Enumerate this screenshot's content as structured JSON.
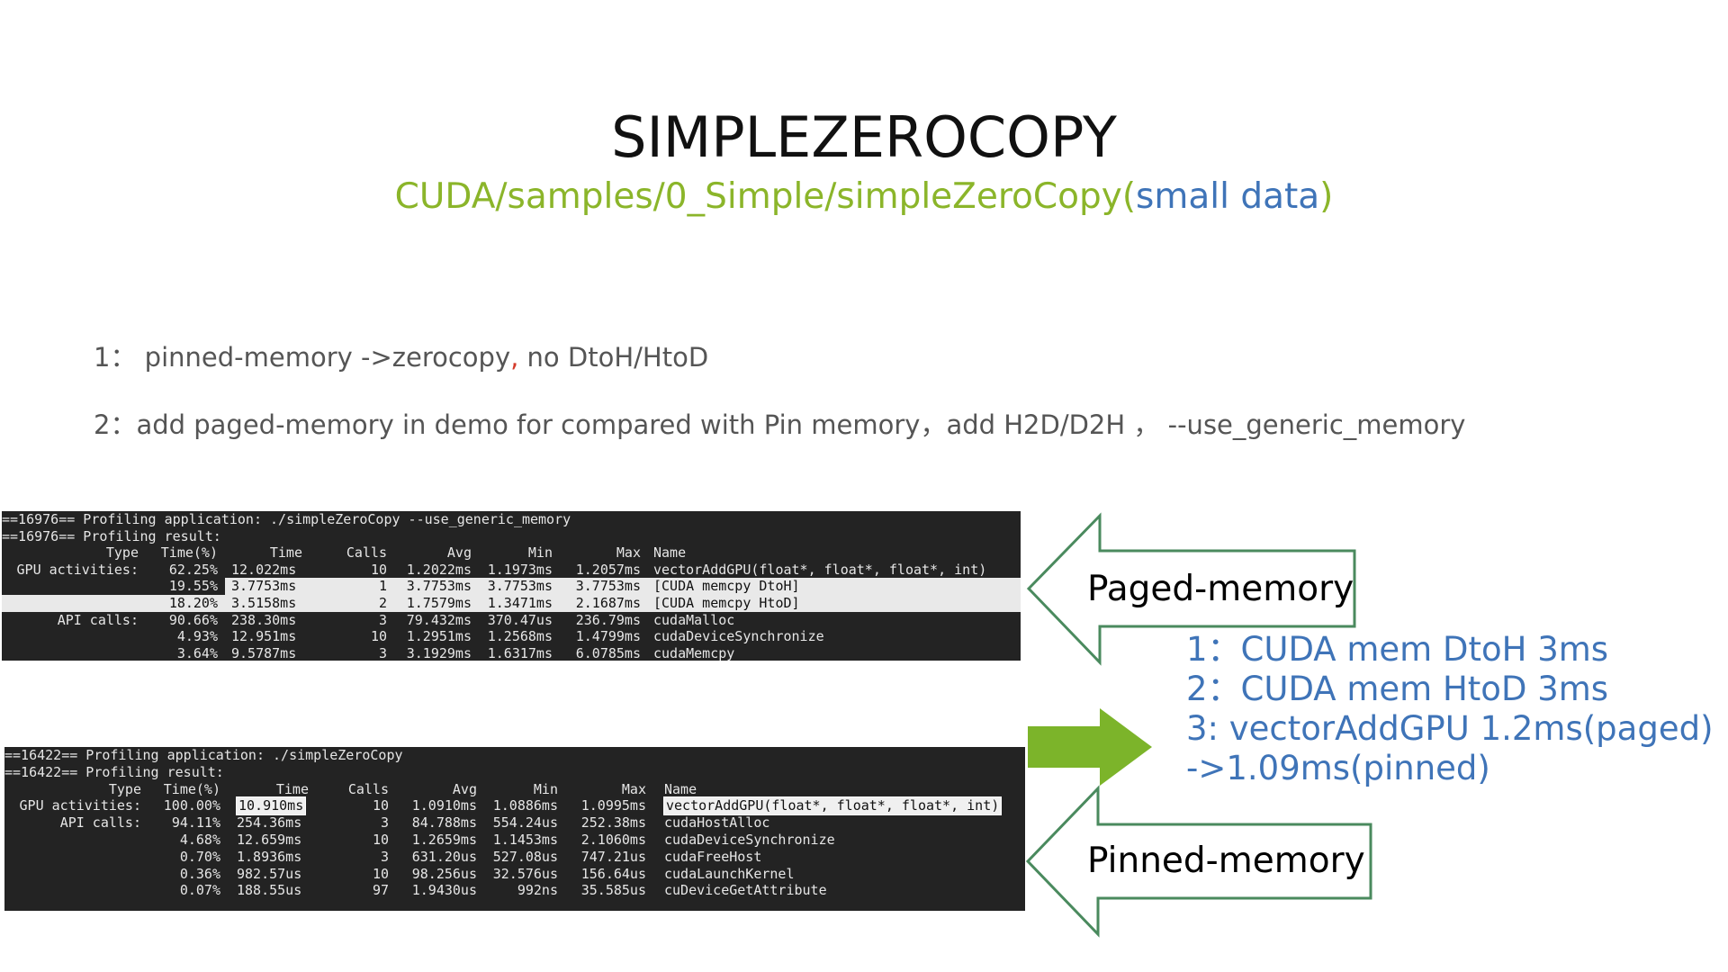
{
  "title": "SIMPLEZEROCOPY",
  "subtitle": {
    "path": "CUDA/samples/0_Simple/simpleZeroCopy(",
    "highlight": "small data",
    "close": ")"
  },
  "bullets": [
    {
      "prefix": "1： pinned-memory ->zerocopy",
      "sep": ",",
      "suffix": " no DtoH/HtoD"
    },
    {
      "text": "2：add paged-memory in demo for compared with Pin memory，add H2D/D2H ， --use_generic_memory"
    }
  ],
  "terminal_paged": {
    "lines": [
      "==16976== Profiling application: ./simpleZeroCopy --use_generic_memory",
      "==16976== Profiling result:"
    ],
    "header": {
      "type": "Type",
      "pct": "Time(%)",
      "time": "Time",
      "calls": "Calls",
      "avg": "Avg",
      "min": "Min",
      "max": "Max",
      "name": "Name"
    },
    "rows": [
      {
        "type": "GPU activities:",
        "pct": "62.25%",
        "time": "12.022ms",
        "calls": "10",
        "avg": "1.2022ms",
        "min": "1.1973ms",
        "max": "1.2057ms",
        "name": "vectorAddGPU(float*, float*, float*, int)"
      },
      {
        "type": "",
        "pct": "19.55%",
        "time": "3.7753ms",
        "calls": "1",
        "avg": "3.7753ms",
        "min": "3.7753ms",
        "max": "3.7753ms",
        "name": "[CUDA memcpy DtoH]"
      },
      {
        "type": "",
        "pct": "18.20%",
        "time": "3.5158ms",
        "calls": "2",
        "avg": "1.7579ms",
        "min": "1.3471ms",
        "max": "2.1687ms",
        "name": "[CUDA memcpy HtoD]"
      },
      {
        "type": "API calls:",
        "pct": "90.66%",
        "time": "238.30ms",
        "calls": "3",
        "avg": "79.432ms",
        "min": "370.47us",
        "max": "236.79ms",
        "name": "cudaMalloc"
      },
      {
        "type": "",
        "pct": "4.93%",
        "time": "12.951ms",
        "calls": "10",
        "avg": "1.2951ms",
        "min": "1.2568ms",
        "max": "1.4799ms",
        "name": "cudaDeviceSynchronize"
      },
      {
        "type": "",
        "pct": "3.64%",
        "time": "9.5787ms",
        "calls": "3",
        "avg": "3.1929ms",
        "min": "1.6317ms",
        "max": "6.0785ms",
        "name": "cudaMemcpy"
      }
    ]
  },
  "terminal_pinned": {
    "lines": [
      "==16422== Profiling application: ./simpleZeroCopy",
      "==16422== Profiling result:"
    ],
    "header": {
      "type": "Type",
      "pct": "Time(%)",
      "time": "Time",
      "calls": "Calls",
      "avg": "Avg",
      "min": "Min",
      "max": "Max",
      "name": "Name"
    },
    "rows": [
      {
        "type": "GPU activities:",
        "pct": "100.00%",
        "time": "10.910ms",
        "calls": "10",
        "avg": "1.0910ms",
        "min": "1.0886ms",
        "max": "1.0995ms",
        "name": "vectorAddGPU(float*, float*, float*, int)"
      },
      {
        "type": "API calls:",
        "pct": "94.11%",
        "time": "254.36ms",
        "calls": "3",
        "avg": "84.788ms",
        "min": "554.24us",
        "max": "252.38ms",
        "name": "cudaHostAlloc"
      },
      {
        "type": "",
        "pct": "4.68%",
        "time": "12.659ms",
        "calls": "10",
        "avg": "1.2659ms",
        "min": "1.1453ms",
        "max": "2.1060ms",
        "name": "cudaDeviceSynchronize"
      },
      {
        "type": "",
        "pct": "0.70%",
        "time": "1.8936ms",
        "calls": "3",
        "avg": "631.20us",
        "min": "527.08us",
        "max": "747.21us",
        "name": "cudaFreeHost"
      },
      {
        "type": "",
        "pct": "0.36%",
        "time": "982.57us",
        "calls": "10",
        "avg": "98.256us",
        "min": "32.576us",
        "max": "156.64us",
        "name": "cudaLaunchKernel"
      },
      {
        "type": "",
        "pct": "0.07%",
        "time": "188.55us",
        "calls": "97",
        "avg": "1.9430us",
        "min": "992ns",
        "max": "35.585us",
        "name": "cuDeviceGetAttribute"
      }
    ]
  },
  "labels": {
    "paged": "Paged-memory",
    "pinned": "Pinned-memory"
  },
  "notes": [
    "1：CUDA mem DtoH 3ms",
    "2：CUDA mem HtoD 3ms",
    "3:   vectorAddGPU 1.2ms(paged)",
    "->1.09ms(pinned)"
  ],
  "colors": {
    "accent_green": "#8bb52a",
    "accent_blue": "#3f74b8",
    "arrow_outline": "#4a8a5e",
    "arrow_fill_green": "#7cb42a",
    "terminal_bg": "#232323"
  }
}
